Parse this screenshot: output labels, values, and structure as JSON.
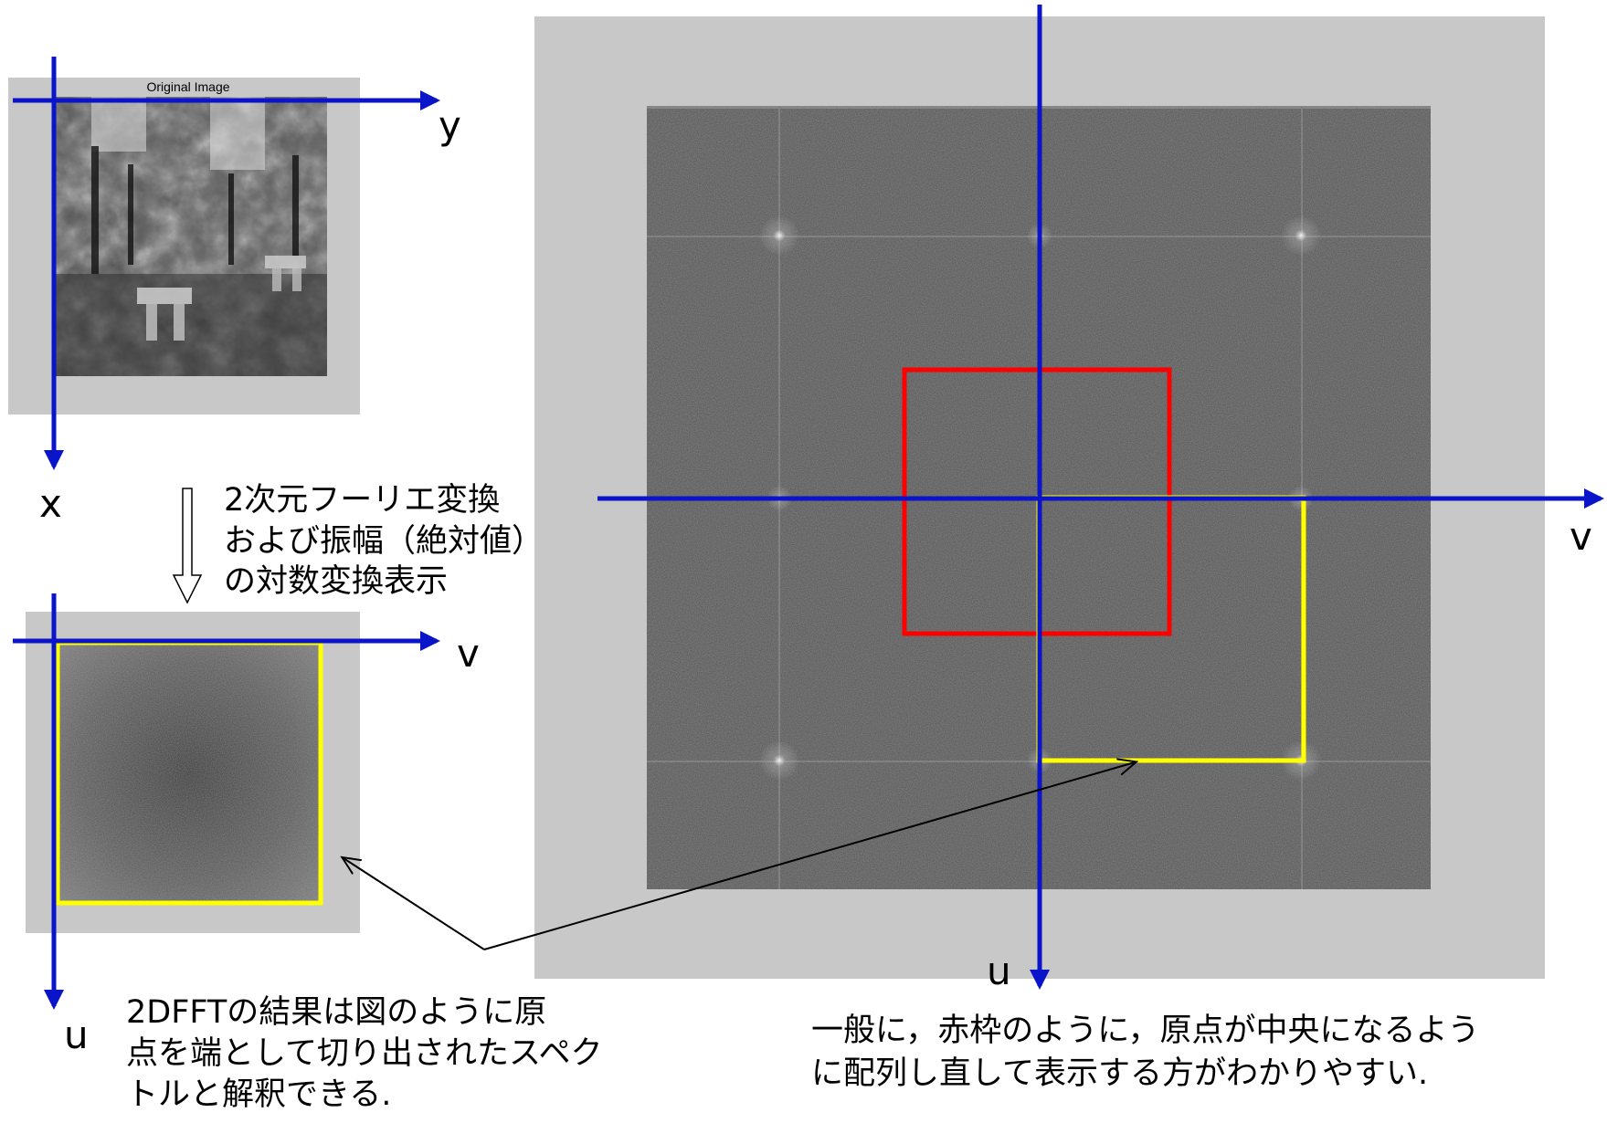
{
  "colors": {
    "axis_blue": "#0a14c8",
    "highlight_red": "#ff0000",
    "highlight_yellow": "#ffff00",
    "panel_gray": "#c8c8c8",
    "arrow_black": "#000000"
  },
  "original_panel": {
    "title": "Original Image",
    "axis_horizontal_label": "y",
    "axis_vertical_label": "x"
  },
  "transform_note": {
    "lines": [
      "2次元フーリエ変換",
      "および振幅（絶対値）",
      "の対数変換表示"
    ]
  },
  "small_spectrum_panel": {
    "axis_horizontal_label": "v",
    "axis_vertical_label": "u"
  },
  "large_spectrum_panel": {
    "axis_horizontal_label": "v",
    "axis_vertical_label": "u"
  },
  "caption_left": {
    "lines": [
      "2DFFTの結果は図のように原",
      "点を端として切り出されたスペク",
      "トルと解釈できる."
    ]
  },
  "caption_right": {
    "lines": [
      "一般に，赤枠のように，原点が中央になるよう",
      "に配列し直して表示する方がわかりやすい."
    ]
  }
}
